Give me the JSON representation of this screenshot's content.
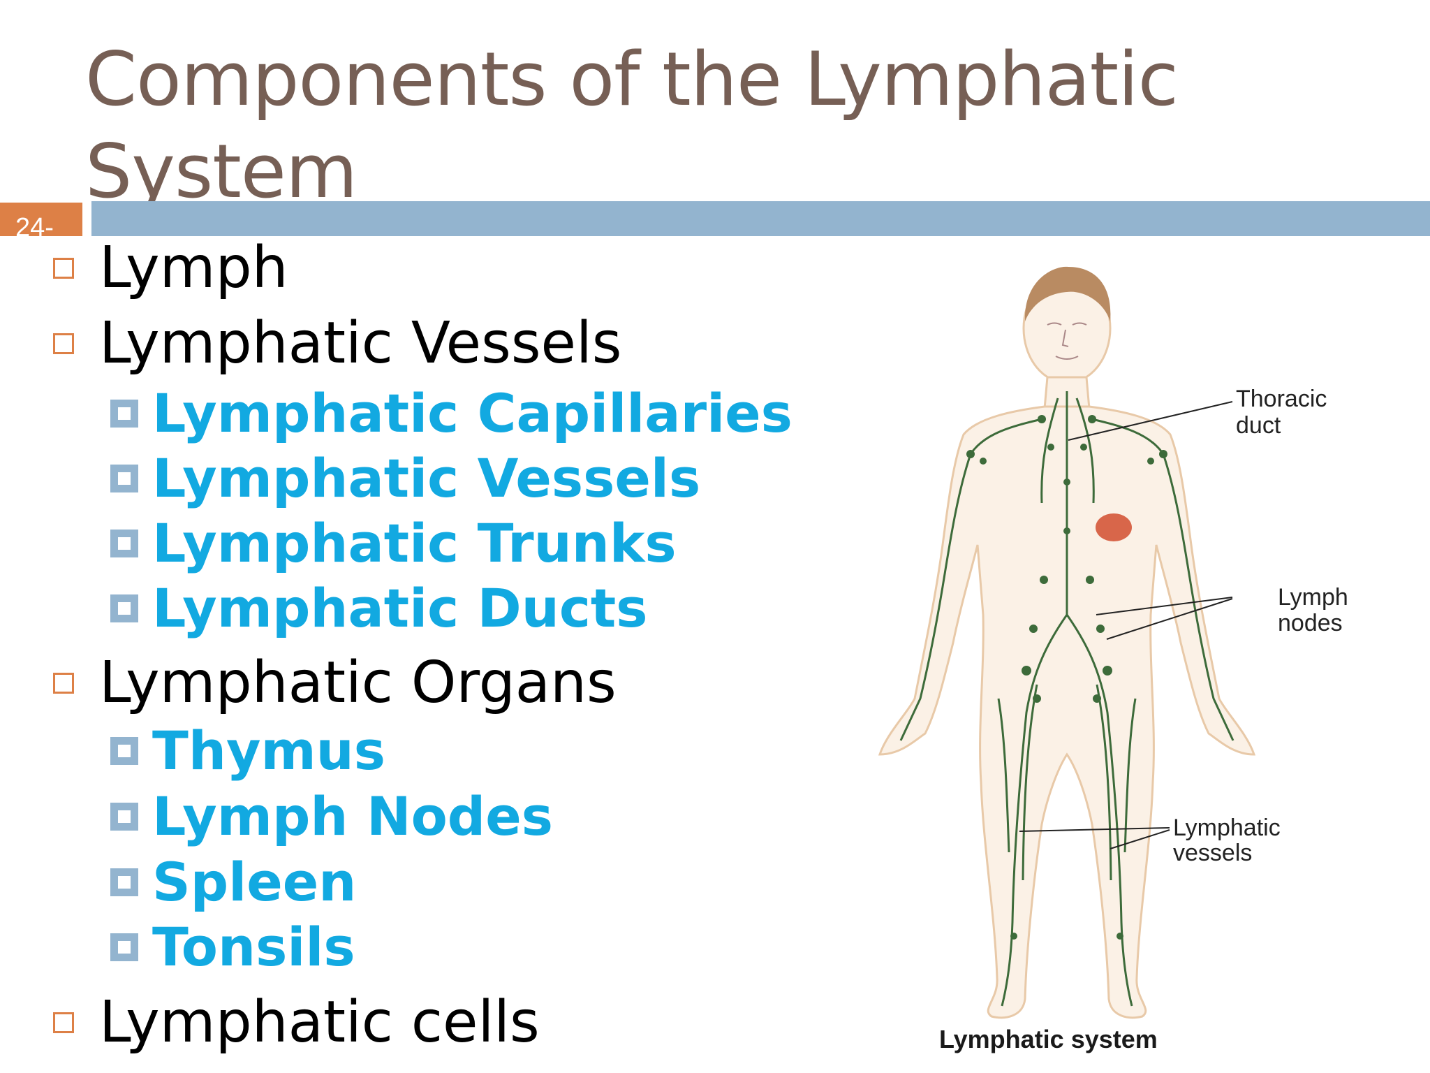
{
  "slide": {
    "title": "Components of the Lymphatic System",
    "slide_number": "24-"
  },
  "bullets": [
    {
      "text": "Lymph"
    },
    {
      "text": "Lymphatic Vessels",
      "children": [
        "Lymphatic Capillaries",
        "Lymphatic Vessels",
        "Lymphatic Trunks",
        "Lymphatic Ducts"
      ]
    },
    {
      "text": "Lymphatic Organs",
      "children": [
        "Thymus",
        "Lymph Nodes",
        "Spleen",
        "Tonsils"
      ]
    },
    {
      "text": "Lymphatic cells"
    }
  ],
  "figure": {
    "caption": "Lymphatic system",
    "labels": {
      "thoracic_duct": [
        "Thoracic",
        "duct"
      ],
      "lymph_nodes": [
        "Lymph",
        "nodes"
      ],
      "lymphatic_vessels": [
        "Lymphatic",
        "vessels"
      ]
    }
  },
  "colors": {
    "title": "#765f55",
    "accent_bar": "#93b4cf",
    "badge": "#dd8046",
    "sub_bullet_text": "#12a9e1",
    "vessel_green": "#3d6b3a",
    "spleen": "#d8664a"
  }
}
